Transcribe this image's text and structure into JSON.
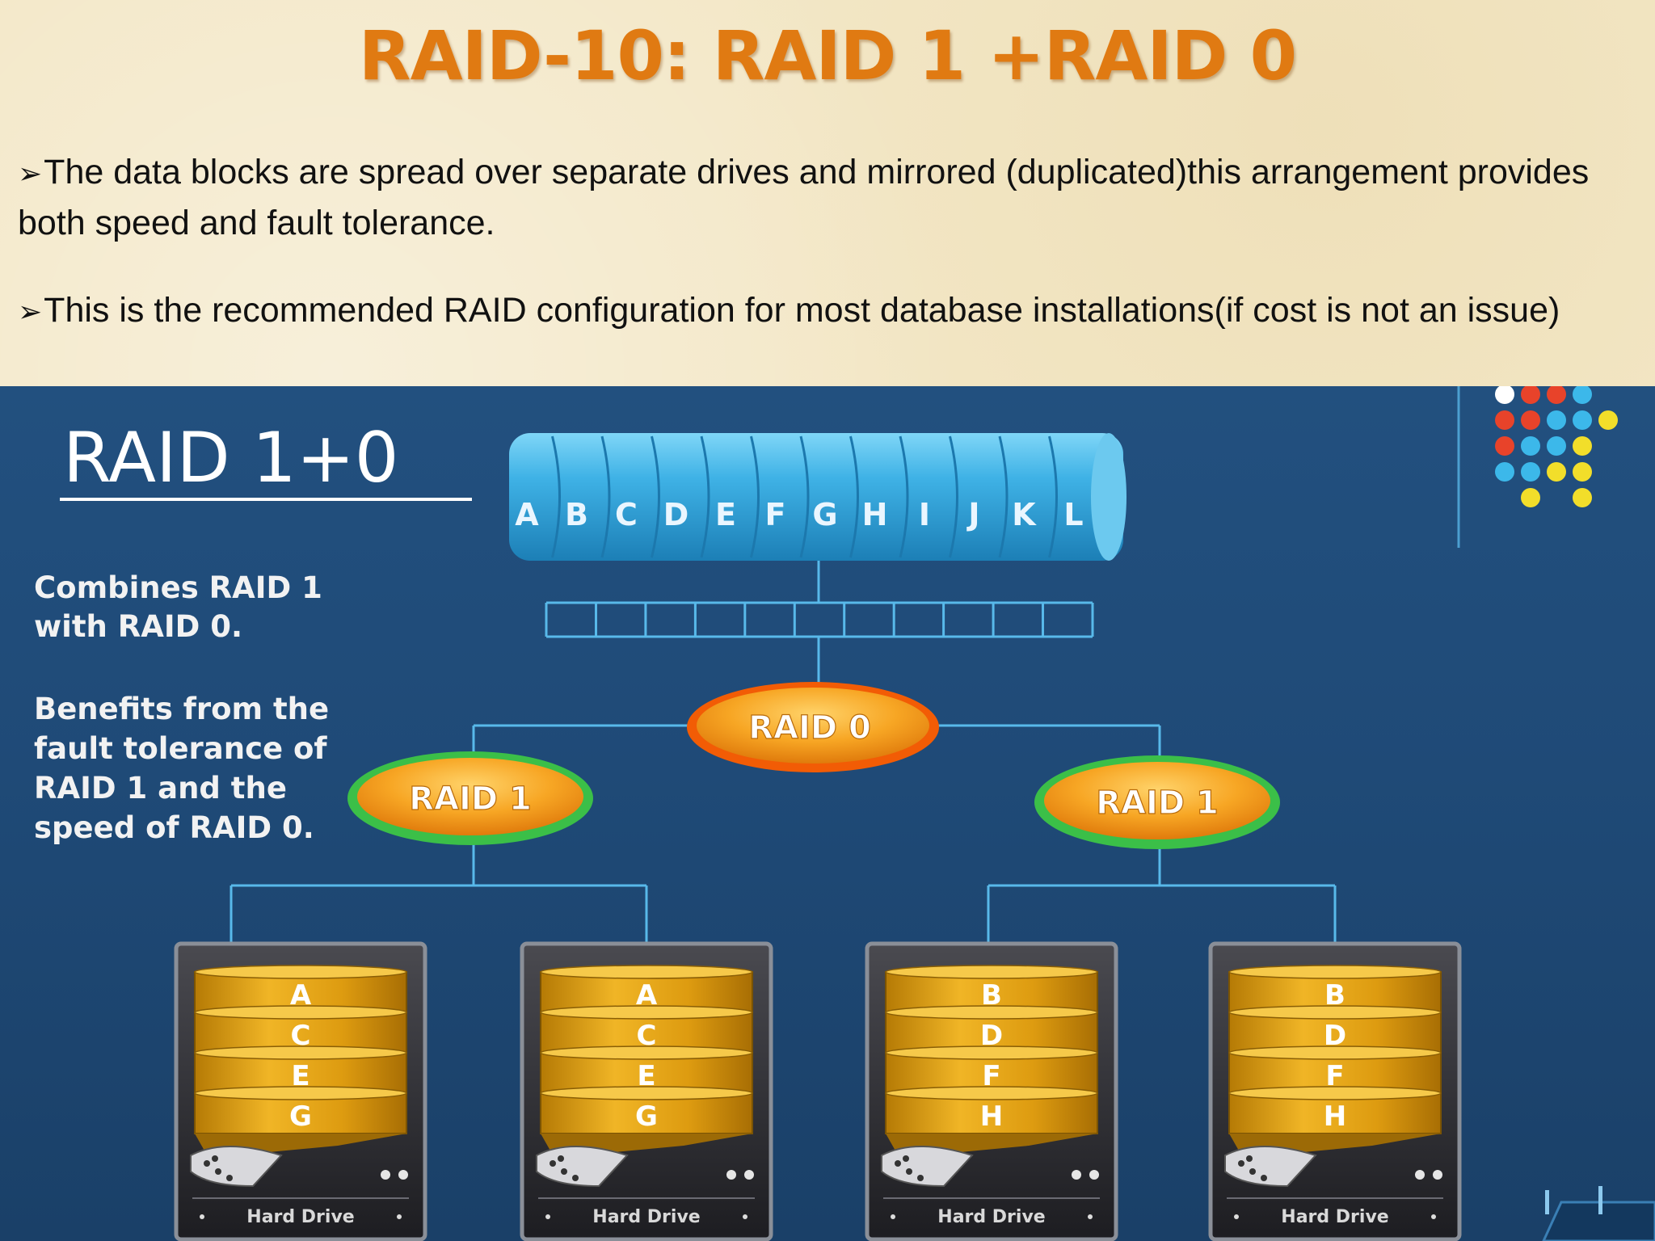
{
  "slide": {
    "title": "RAID-10: RAID 1 +RAID 0",
    "bullets": [
      "The data blocks are spread over separate drives and mirrored (duplicated)this arrangement provides both speed and fault tolerance.",
      "This is the recommended RAID configuration for most database installations(if cost is not an issue)"
    ]
  },
  "diagram": {
    "heading": "RAID 1+0",
    "desc1": [
      "Combines RAID 1",
      "with RAID 0."
    ],
    "desc2": [
      "Benefits from the",
      "fault tolerance of",
      "RAID 1 and the",
      "speed of RAID 0."
    ],
    "stripe_letters": [
      "A",
      "B",
      "C",
      "D",
      "E",
      "F",
      "G",
      "H",
      "I",
      "J",
      "K",
      "L"
    ],
    "raid0_label": "RAID 0",
    "raid1_left_label": "RAID 1",
    "raid1_right_label": "RAID 1",
    "drives": [
      {
        "blocks": [
          "A",
          "C",
          "E",
          "G"
        ],
        "label": "Hard Drive"
      },
      {
        "blocks": [
          "A",
          "C",
          "E",
          "G"
        ],
        "label": "Hard Drive"
      },
      {
        "blocks": [
          "B",
          "D",
          "F",
          "H"
        ],
        "label": "Hard Drive"
      },
      {
        "blocks": [
          "B",
          "D",
          "F",
          "H"
        ],
        "label": "Hard Drive"
      }
    ],
    "colors": {
      "background": "#1f4a77",
      "cylinder": "#3aa9dd",
      "connector": "#4fb3e6",
      "raid0_fill": "#f39b1c",
      "raid0_ring": "#f25c05",
      "raid1_ring": "#3bbf48",
      "drive_gold": "#d99a0c",
      "drive_case": "#2a2a2e",
      "dots": [
        "#ffffff",
        "#e8432a",
        "#3cb8ea",
        "#f2de2a"
      ]
    }
  }
}
